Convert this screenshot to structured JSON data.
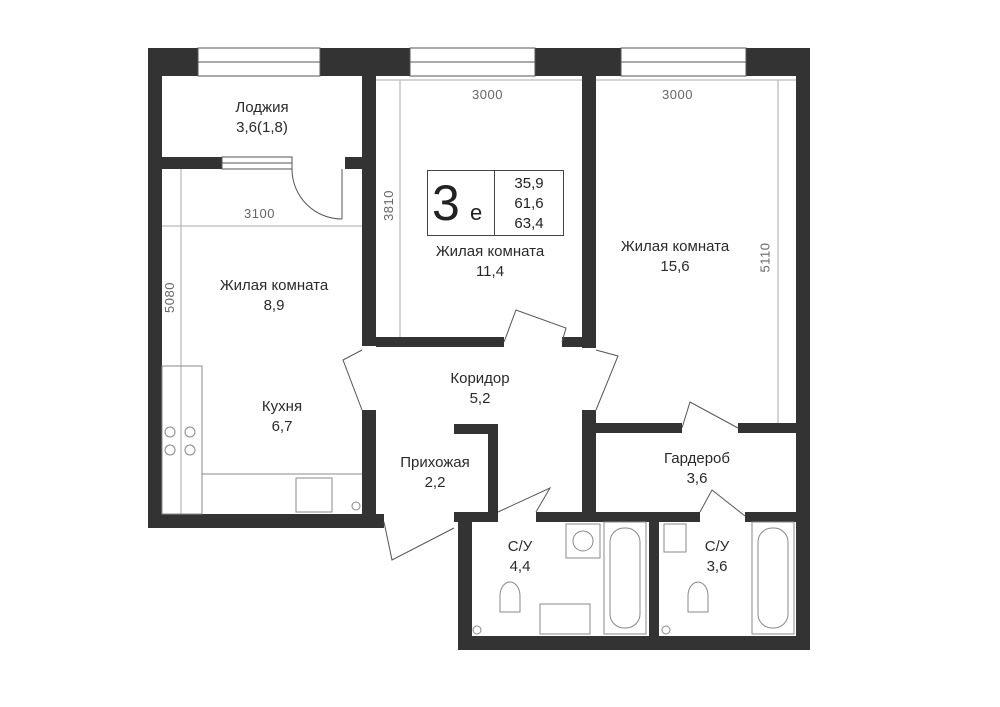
{
  "layout_code": {
    "number": "3",
    "suffix": "е"
  },
  "areas": {
    "living": "35,9",
    "total": "61,6",
    "total_with_loggia": "63,4"
  },
  "rooms": {
    "loggia": {
      "name": "Лоджия",
      "area": "3,6(1,8)"
    },
    "living_1": {
      "name": "Жилая комната",
      "area": "8,9"
    },
    "kitchen": {
      "name": "Кухня",
      "area": "6,7"
    },
    "living_2": {
      "name": "Жилая комната",
      "area": "11,4"
    },
    "living_3": {
      "name": "Жилая комната",
      "area": "15,6"
    },
    "corridor": {
      "name": "Коридор",
      "area": "5,2"
    },
    "hall": {
      "name": "Прихожая",
      "area": "2,2"
    },
    "wardrobe": {
      "name": "Гардероб",
      "area": "3,6"
    },
    "bath_1": {
      "name": "С/У",
      "area": "4,4"
    },
    "bath_2": {
      "name": "С/У",
      "area": "3,6"
    }
  },
  "dimensions": {
    "living_2_width": "3000",
    "living_3_width": "3000",
    "living_1_width": "3100",
    "living_2_depth": "3810",
    "living_1_depth": "5080",
    "living_3_depth": "5110"
  },
  "colors": {
    "wall": "#333333",
    "window": "#ffffff",
    "fixture": "#888888"
  }
}
